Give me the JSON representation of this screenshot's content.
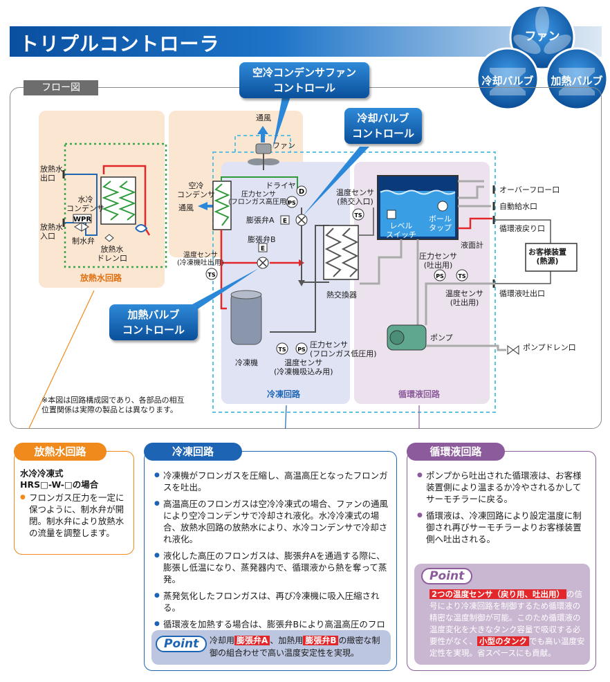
{
  "title": "トリプルコントローラ",
  "badges": {
    "fan": "ファン",
    "cool_valve": "冷却バルブ",
    "heat_valve": "加熱バルブ"
  },
  "flow_tab": "フロー図",
  "callouts": {
    "fan_line1": "空冷コンデンサファン",
    "fan_line2": "コントロール",
    "cool_line1": "冷却バルブ",
    "cool_line2": "コントロール",
    "heat_line1": "加熱バルブ",
    "heat_line2": "コントロール"
  },
  "diagram": {
    "discharge_water_out": "放熱水\n出口",
    "discharge_water_in": "放熱水\n入口",
    "wpr": "WPR",
    "water_valve": "制水弁",
    "water_condenser": "水冷\nコンデンサ",
    "drain": "放熱水\nドレン口",
    "discharge_circuit": "放熱水回路",
    "airflow_top": "通風",
    "fan": "ファン",
    "air_condenser": "空冷\nコンデンサ",
    "airflow_in": "通風",
    "dryer": "ドライヤ",
    "pressure_sensor_high": "圧力センサ\n(フロンガス高圧用)",
    "expansion_valve_a": "膨張弁A",
    "expansion_valve_b": "膨張弁B",
    "temp_sensor_discharge": "温度センサ\n(冷凍機吐出用)",
    "heat_exchanger": "熱交換器",
    "temp_sensor_hx_in": "温度センサ\n(熱交入口)",
    "level_switch": "レベル\nスイッチ",
    "ball_tap": "ボール\nタップ",
    "level_gauge": "液面計",
    "overflow": "オーバーフロー口",
    "auto_supply": "自動給水口",
    "return_port": "循環液戻り口",
    "customer_device": "お客様装置\n(熱源)",
    "pressure_sensor_outlet": "圧力センサ\n(吐出用)",
    "temp_sensor_outlet": "温度センサ\n(吐出用)",
    "discharge_port": "循環液吐出口",
    "pump": "ポンプ",
    "pump_drain": "ポンプドレン口",
    "compressor": "冷凍機",
    "pressure_sensor_low": "圧力センサ\n(フロンガス低圧用)",
    "temp_sensor_suction": "温度センサ\n(冷凍機吸込み用)",
    "refrigeration_circuit": "冷凍回路",
    "circulating_circuit": "循環液回路",
    "note": "※本図は回路構成図であり、各部品の相互\n位置関係は実際の製品とは異なります。",
    "sym_d": "D",
    "sym_ps": "PS",
    "sym_e": "E",
    "sym_ts": "TS"
  },
  "panels": {
    "discharge": {
      "header": "放熱水回路",
      "subtitle_1": "水冷冷凍式",
      "subtitle_2": "HRS□-W-□の場合",
      "items": [
        "フロンガス圧力を一定に保つように、制水弁が開閉。制水弁により放熱水の流量を調整します。"
      ]
    },
    "refrigeration": {
      "header": "冷凍回路",
      "items": [
        "冷凍機がフロンガスを圧縮し、高温高圧となったフロンガスを吐出。",
        "高温高圧のフロンガスは空冷冷凍式の場合、ファンの通風により空冷コンデンサで冷却され液化。水冷冷凍式の場合、放熱水回路の放熱水により、水冷コンデンサで冷却され液化。",
        "液化した高圧のフロンガスは、膨張弁Aを通過する際に、膨張し低温になり、蒸発器内で、循環液から熱を奪って蒸発。",
        "蒸発気化したフロンガスは、再び冷凍機に吸入圧縮される。",
        "循環液を加熱する場合は、膨張弁Bにより高温高圧のフロンガスが蒸発器にバイパスされ、循環液を加熱。"
      ],
      "point_label": "Point",
      "point_pre": "冷却用",
      "point_tag_a": "膨張弁A",
      "point_mid": "、加熱用",
      "point_tag_b": "膨張弁B",
      "point_post": "の緻密な制御の組合わせで高い温度安定性を実現。"
    },
    "circulating": {
      "header": "循環液回路",
      "items": [
        "ポンプから吐出された循環液は、お客様装置側により温まるか冷やされるかしてサーモチラーに戻る。",
        "循環液は、冷凍回路により設定温度に制御され再びサーモチラーよりお客様装置側へ吐出される。"
      ],
      "point_label": "Point",
      "point_tag_1": "2つの温度センサ（戻り用、吐出用）",
      "point_text_1": "の信号により冷凍回路を制御するため循環液の精密な温度制御が可能。このため循環液の温度変化を大きなタンク容量で吸収する必要性がなく、",
      "point_tag_2": "小型のタンク",
      "point_text_2": "でも高い温度安定性を実現。省スペースにも貢献。"
    }
  },
  "colors": {
    "blue": "#1d64b5",
    "orange": "#f08a1c",
    "purple": "#8c5b9b",
    "red": "#e3262a",
    "green": "#2f9a3a"
  }
}
